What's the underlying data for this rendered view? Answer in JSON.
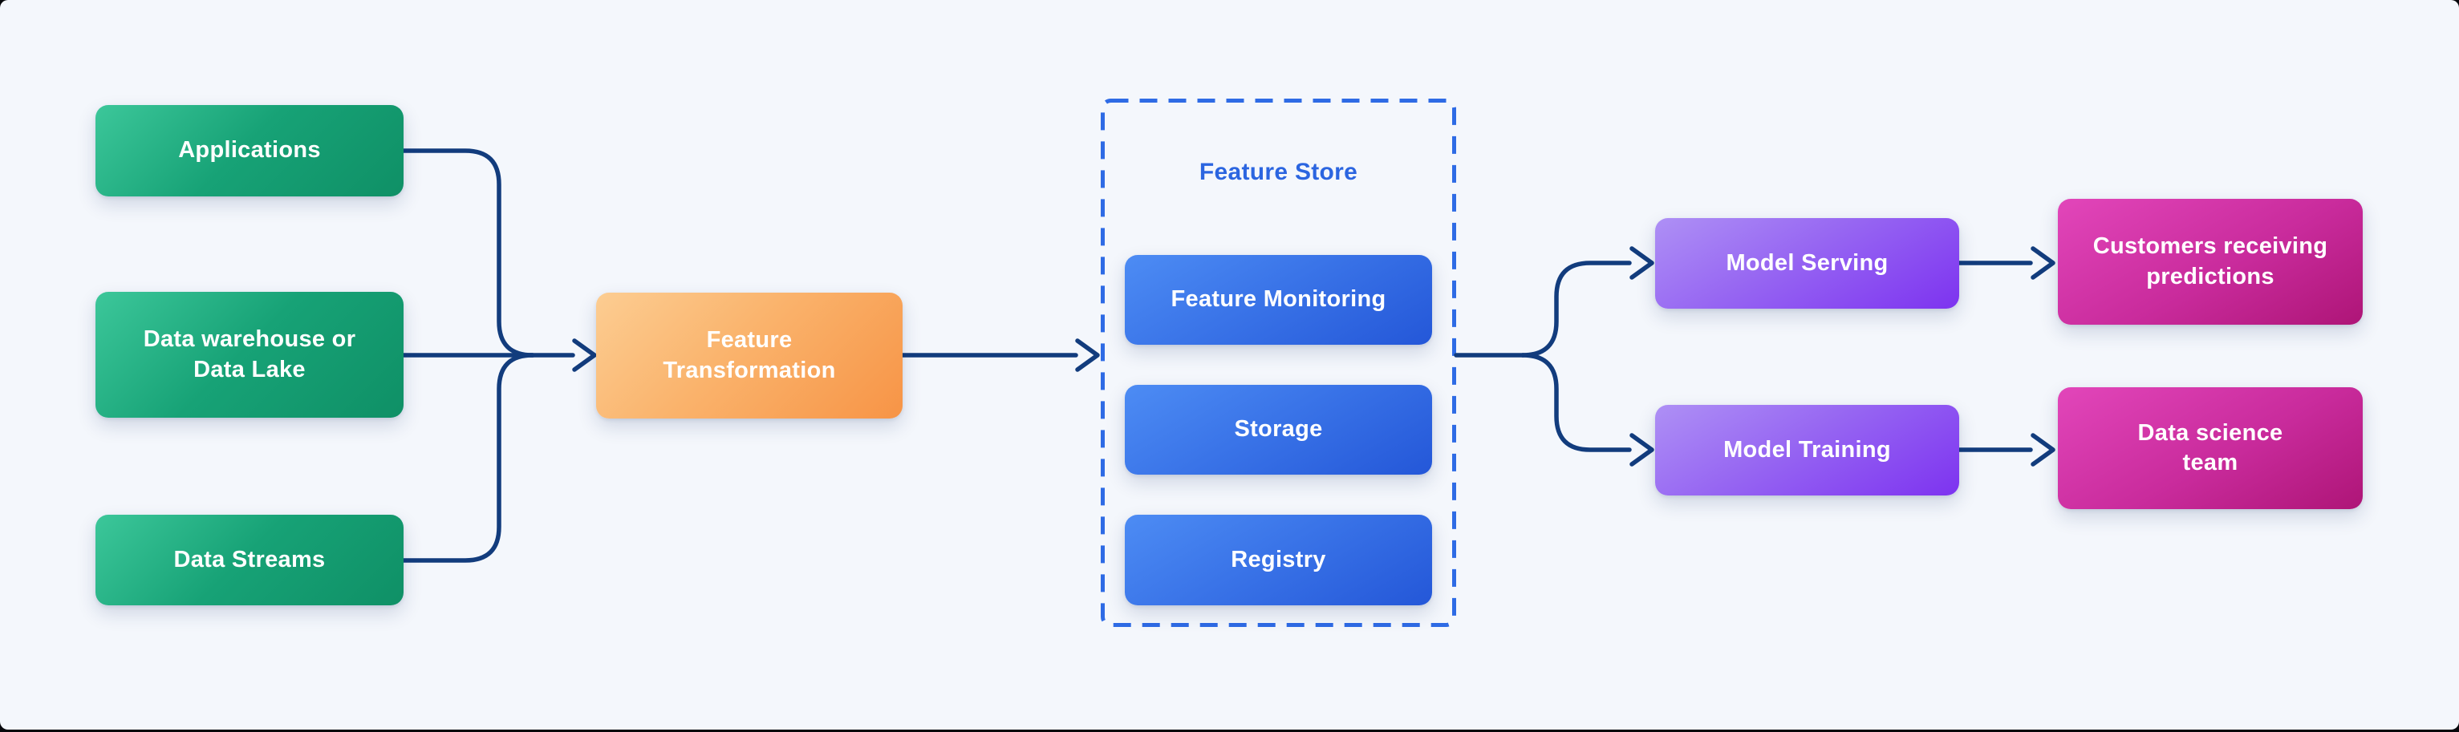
{
  "page": {
    "background": "#f4f7fc",
    "frame_color": "#06070b"
  },
  "palette": {
    "connector": "#123c7d",
    "source_gradient": [
      "#3cc79a",
      "#0f9066"
    ],
    "transformation_gradient": [
      "#fccd92",
      "#f79446"
    ],
    "feature_store_item_gradient": [
      "#4d8cf4",
      "#2457d8"
    ],
    "model_gradient": [
      "#ae90f5",
      "#7d33f0"
    ],
    "outcome_gradient": [
      "#e246ba",
      "#ae1577"
    ],
    "dashed_border": "#2e6be5",
    "feature_store_title": "#2b65e0",
    "node_text": "#ffffff"
  },
  "sources": {
    "items": [
      {
        "label": "Applications"
      },
      {
        "label": "Data warehouse or Data Lake"
      },
      {
        "label": "Data Streams"
      }
    ]
  },
  "transformation": {
    "label": "Feature Transformation"
  },
  "feature_store": {
    "title": "Feature Store",
    "items": [
      {
        "label": "Feature Monitoring"
      },
      {
        "label": "Storage"
      },
      {
        "label": "Registry"
      }
    ]
  },
  "models": {
    "items": [
      {
        "label": "Model Serving"
      },
      {
        "label": "Model Training"
      }
    ]
  },
  "outcomes": {
    "items": [
      {
        "label": "Customers receiving predictions"
      },
      {
        "label": "Data science team"
      }
    ]
  }
}
